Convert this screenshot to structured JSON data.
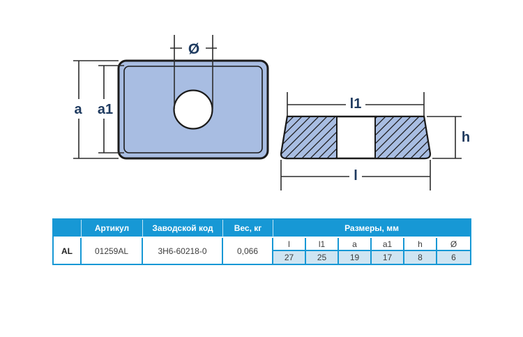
{
  "drawing": {
    "front_view": {
      "label_a": "a",
      "label_a1": "a1",
      "label_diameter": "Ø"
    },
    "section_view": {
      "label_l1": "l1",
      "label_l": "l",
      "label_h": "h"
    },
    "part_fill_color": "#a8bde2",
    "outline_color": "#1b1b1b",
    "dimension_label_color": "#1e3a5f"
  },
  "table": {
    "accent_color": "#1798d5",
    "highlight_row_color": "#cfe5f2",
    "header": {
      "material": "",
      "article": "Артикул",
      "factory_code": "Заводской код",
      "weight": "Вес, кг",
      "dimensions": "Размеры, мм"
    },
    "row": {
      "material": "AL",
      "article": "01259AL",
      "factory_code": "3H6-60218-0",
      "weight": "0,066"
    },
    "dimension_columns": [
      "l",
      "l1",
      "a",
      "a1",
      "h",
      "Ø"
    ],
    "dimension_values": [
      "27",
      "25",
      "19",
      "17",
      "8",
      "6"
    ]
  }
}
